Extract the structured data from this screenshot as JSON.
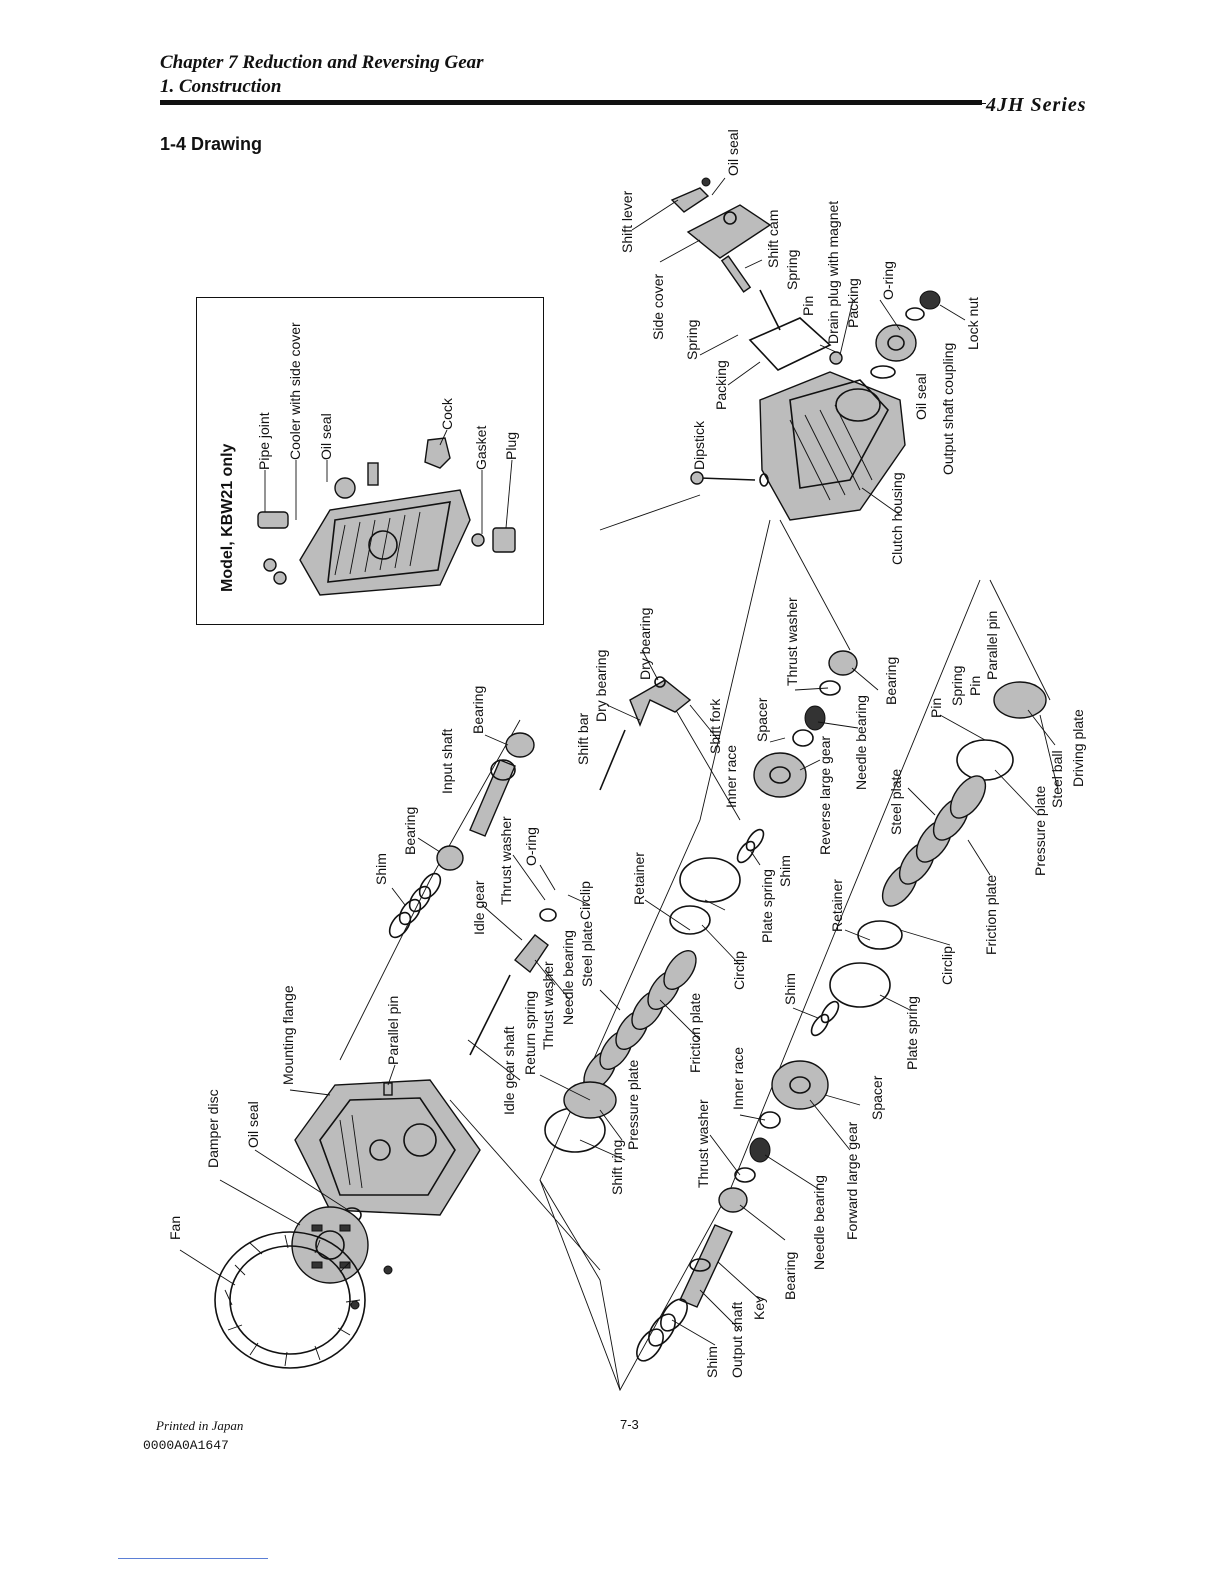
{
  "header": {
    "chapter": "Chapter 7 Reduction and Reversing Gear",
    "section": "1. Construction",
    "series": "4JH Series"
  },
  "section_title": "1-4 Drawing",
  "inset": {
    "title": "Model, KBW21 only",
    "labels": [
      "Pipe joint",
      "Cooler with side cover",
      "Oil seal",
      "Cock",
      "Gasket",
      "Plug"
    ]
  },
  "labels": [
    "Oil seal",
    "Shift lever",
    "Side cover",
    "Shift cam",
    "Spring",
    "Drain plug with magnet",
    "Spring",
    "Pin",
    "Packing",
    "O-ring",
    "Lock nut",
    "Dipstick",
    "Packing",
    "Oil seal",
    "Output shaft coupling",
    "Clutch housing",
    "Dry bearing",
    "Thrust washer",
    "Parallel pin",
    "Dry bearing",
    "Shift bar",
    "Bearing",
    "Bearing",
    "Spring",
    "Pin",
    "Input shaft",
    "Spacer",
    "Shift fork",
    "Pin",
    "Needle bearing",
    "Inner race",
    "Steel ball",
    "Driving plate",
    "Reverse large gear",
    "Steel plate",
    "Pressure plate",
    "Bearing",
    "Shim",
    "Thrust washer",
    "O-ring",
    "Shim",
    "Retainer",
    "Circlip",
    "Plate spring",
    "Friction plate",
    "Idle gear",
    "Retainer",
    "Circlip",
    "Steel plate",
    "Needle bearing",
    "Thrust washer",
    "Circlip",
    "Mounting flange",
    "Parallel pin",
    "Shim",
    "Plate spring",
    "Return spring",
    "Friction plate",
    "Idle gear shaft",
    "Inner race",
    "Spacer",
    "Damper disc",
    "Oil seal",
    "Thrust washer",
    "Forward large gear",
    "Pressure plate",
    "Shift ring",
    "Needle bearing",
    "Fan",
    "Bearing",
    "Key",
    "Output shaft",
    "Shim"
  ],
  "footer": {
    "printed": "Printed in Japan",
    "code": "0000A0A1647",
    "page": "7-3"
  }
}
